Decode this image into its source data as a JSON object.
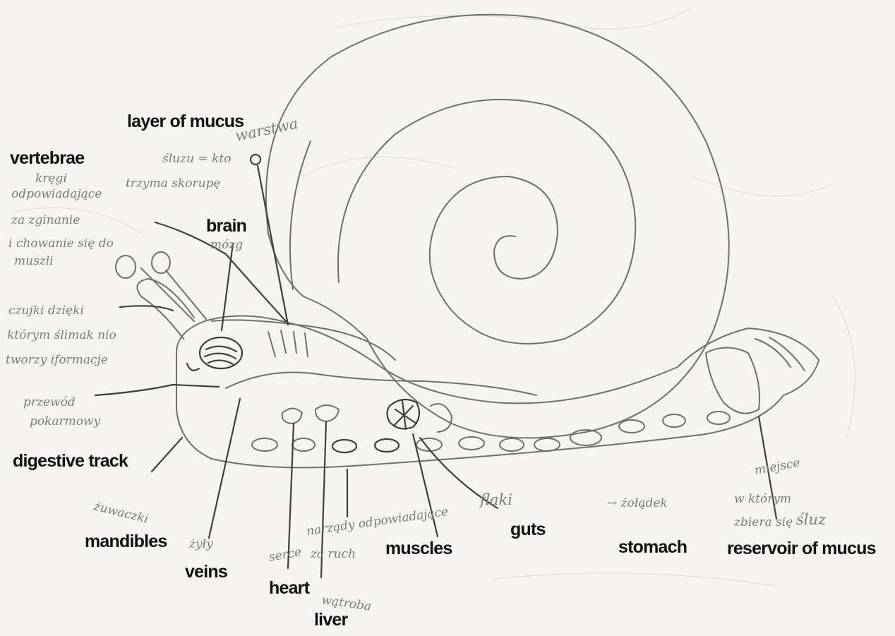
{
  "labels": {
    "layer_of_mucus": "layer of mucus",
    "vertebrae": "vertebrae",
    "brain": "brain",
    "digestive_track": "digestive track",
    "mandibles": "mandibles",
    "veins": "veins",
    "heart": "heart",
    "liver": "liver",
    "muscles": "muscles",
    "guts": "guts",
    "stomach": "stomach",
    "reservoir_of_mucus": "reservoir of mucus"
  },
  "handwritten": {
    "warstwa": "warstwa",
    "sluzu_kto": "śluzu = kto",
    "trzyma_skorupe": "trzyma skorupę",
    "kregi": "kręgi",
    "odpowiadajace": "odpowiadające",
    "za_zginanie": "za zginanie",
    "i_chowanie": "i chowanie się do",
    "muszli": "muszli",
    "czujki": "czujki dzięki",
    "ktorym": "którym ślimak nio",
    "tworzy": "tworzy iformacje",
    "mozg": "mózg",
    "przewod": "przewód",
    "pokarmowy": "pokarmowy",
    "zuwaczki": "żuwaczki",
    "zyly": "żyły",
    "serce": "serce",
    "watroba": "wątroba",
    "narzady": "narządy odpowiadające",
    "za_ruch": "za ruch",
    "flaki": "flaki",
    "zoladek": "→ żołądek",
    "miejsce": "miejsce",
    "w_ktorym": "w którym",
    "zbiera_sie": "zbiera się",
    "sluz": "śluz"
  },
  "colors": {
    "paper": "#f5f4f1",
    "pencil": "#6f6f6f",
    "label_ink": "#111111"
  }
}
